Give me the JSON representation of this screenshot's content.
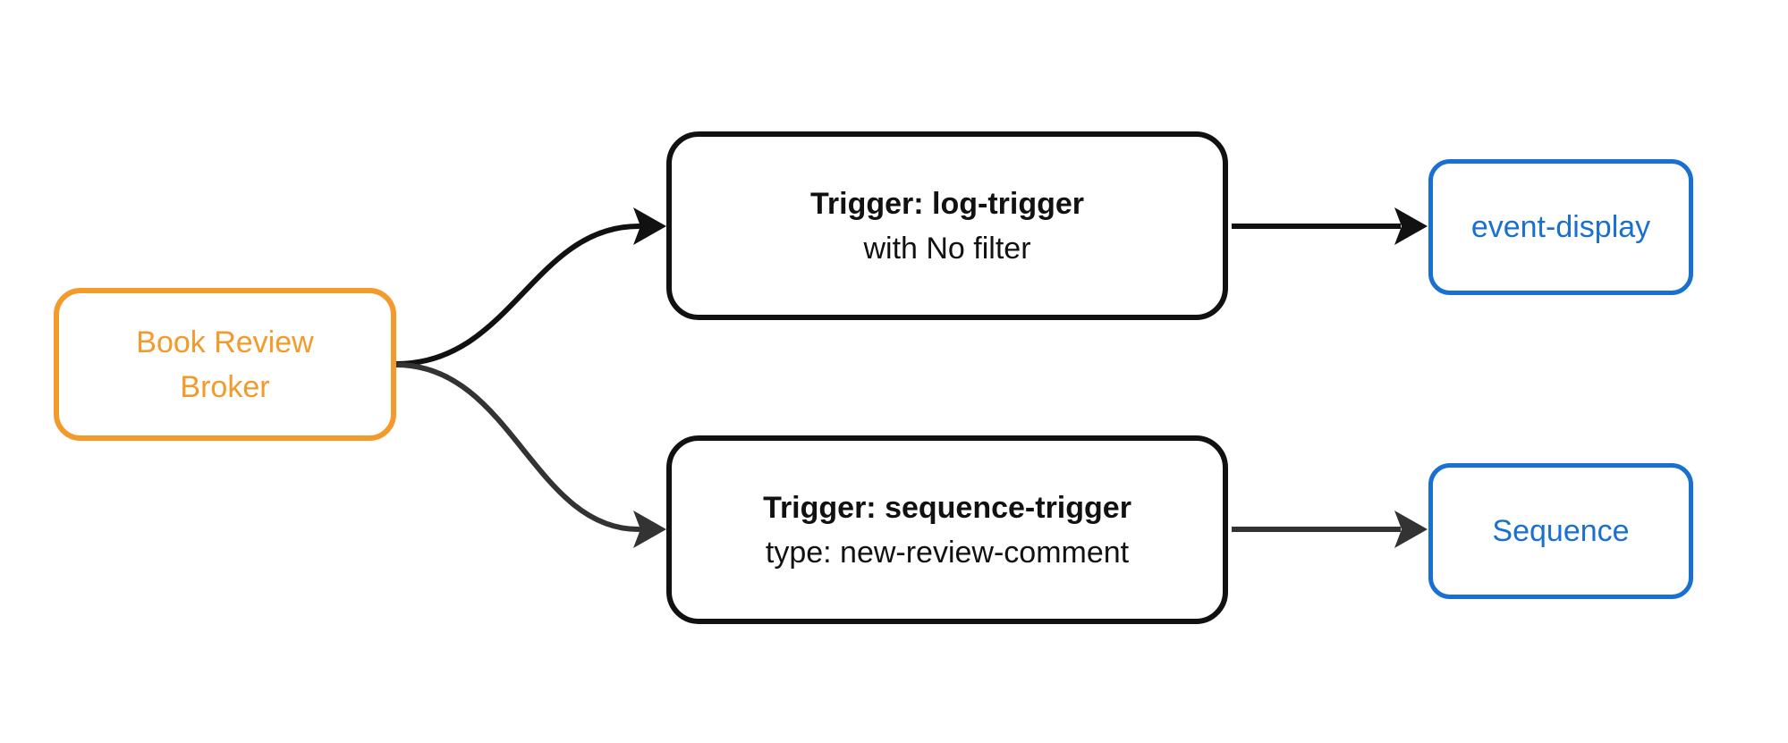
{
  "colors": {
    "background": "#ffffff",
    "broker_orange": "#F49A2B",
    "endpoint_blue": "#1A70D0",
    "trigger_border_black": "#111111",
    "edge_dark": "#111111",
    "edge_gray": "#333333"
  },
  "nodes": {
    "broker": {
      "line1": "Book Review",
      "line2": "Broker"
    },
    "log_trigger": {
      "title": "Trigger: log-trigger",
      "subtitle": "with No filter"
    },
    "sequence_trigger": {
      "title": "Trigger: sequence-trigger",
      "subtitle": "type: new-review-comment"
    },
    "event_display": {
      "label": "event-display"
    },
    "sequence": {
      "label": "Sequence"
    }
  },
  "edges": [
    {
      "from": "Book Review Broker",
      "to": "Trigger: log-trigger"
    },
    {
      "from": "Book Review Broker",
      "to": "Trigger: sequence-trigger"
    },
    {
      "from": "Trigger: log-trigger",
      "to": "event-display"
    },
    {
      "from": "Trigger: sequence-trigger",
      "to": "Sequence"
    }
  ]
}
